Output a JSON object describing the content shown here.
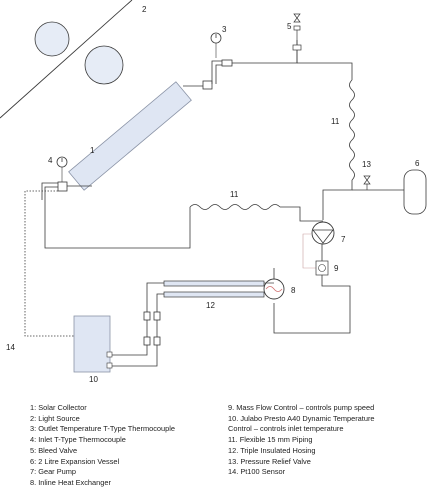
{
  "diagram": {
    "callouts": [
      "1",
      "2",
      "3",
      "4",
      "5",
      "6",
      "7",
      "8",
      "9",
      "10",
      "11",
      "11",
      "12",
      "13",
      "14"
    ]
  },
  "legend": {
    "left": [
      "1: Solar Collector",
      "2: Light Source",
      "3: Outlet Temperature T-Type Thermocouple",
      "4: Inlet T-Type Thermocouple",
      "5: Bleed Valve",
      "6: 2 Litre Expansion Vessel",
      "7: Gear Pump",
      "8. Inline Heat Exchanger"
    ],
    "right": [
      "9. Mass Flow Control – controls pump speed",
      "10. Julabo Presto A40 Dynamic Temperature",
      "Control – controls inlet temperature",
      "11. Flexible 15 mm Piping",
      "12. Triple Insulated Hosing",
      "13. Pressure Relief Valve",
      "14. Pt100 Sensor"
    ]
  },
  "colors": {
    "line": "#3a3a3a",
    "component_fill": "#dfe6f3",
    "component_stroke": "#8a93a6",
    "accent": "#d07070"
  }
}
